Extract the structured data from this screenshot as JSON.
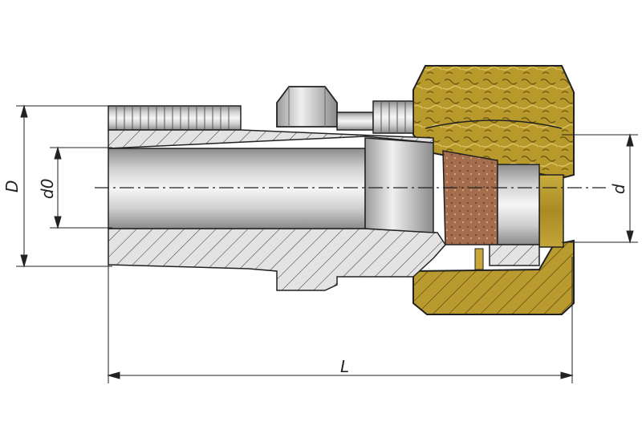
{
  "labels": {
    "outer_diameter": "D",
    "inner_diameter": "d0",
    "pipe_diameter": "d",
    "length": "L"
  },
  "colors": {
    "steel_light": "#f2f2f2",
    "steel_dark": "#8c8c8c",
    "section_fill": "#d9d9d9",
    "hatch": "#333333",
    "brass": "#b89a2e",
    "brass_dark": "#7a6414",
    "bronze": "#a06a4a",
    "outline": "#222222",
    "dimension": "#222222"
  }
}
